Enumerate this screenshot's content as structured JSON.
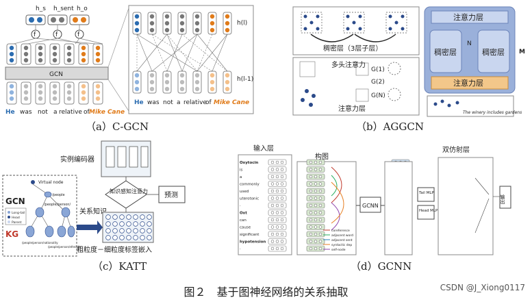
{
  "figure": {
    "title": "图２　基于图神经网络的关系抽取",
    "watermark": "CSDN @J_Xiong0117"
  },
  "panel_a": {
    "caption": "（a）C-GCN",
    "gcn_label": "GCN",
    "h_labels": [
      "h_s",
      "h_sent",
      "h_o"
    ],
    "f_label": "f",
    "tokens": [
      "He",
      "was",
      "not",
      "a",
      "relative",
      "of",
      "Mike Cane"
    ],
    "layer_top": "h(l)",
    "layer_bottom": "h(l-1)",
    "colors": {
      "subject": "#2b6cb0",
      "object": "#e07b1a",
      "node": "#777777"
    }
  },
  "panel_b": {
    "caption": "（b）AGGCN",
    "dense_label": "稠密层（3层子层）",
    "multihead_label": "多头注意力",
    "attention_label": "注意力层",
    "right_dense_label": "稠密层",
    "ellipsis": "N",
    "m_label": "M",
    "sentence": "The winery includes gardens",
    "g_labels": [
      "G(1)",
      "G(2)",
      "G(N)"
    ],
    "colors": {
      "right_bg": "#9ab0da",
      "box_bg": "#c9d6ef",
      "attn_bg": "#f3c78a"
    }
  },
  "panel_c": {
    "caption": "（c）KATT",
    "instance_encoder": "实例编码器",
    "knowledge_attn": "知识感知注意力",
    "predict": "预测",
    "relation_knowledge": "关系知识",
    "embedding": "粗粒度－细粒度标签嵌入",
    "gcn": "GCN",
    "kg": "KG",
    "virtual_node": "Virtual node",
    "nodes": [
      "/people",
      "/people/person/",
      "/people/person/nationality",
      "/people/person/ethnicity"
    ],
    "legend": [
      "Long-tail",
      "Head",
      "Parent"
    ]
  },
  "panel_d": {
    "caption": "（d）GCNN",
    "input_layer": "输入层",
    "graph_build": "构图",
    "biaffine": "双仿射层",
    "gcnn": "GCNN",
    "tail_mlp": "Tail MLP",
    "head_mlp": "Head MLP",
    "output": "输出",
    "words": [
      "Oxytocin",
      "is",
      "a",
      "commonly",
      "used",
      "uterotonic",
      "·",
      "Oxt",
      "can",
      "cause",
      "significant",
      "hypotension",
      "·"
    ],
    "legend": [
      "coreference",
      "adjacent word",
      "adjacent sent",
      "syntactic dep",
      "self-node"
    ]
  }
}
